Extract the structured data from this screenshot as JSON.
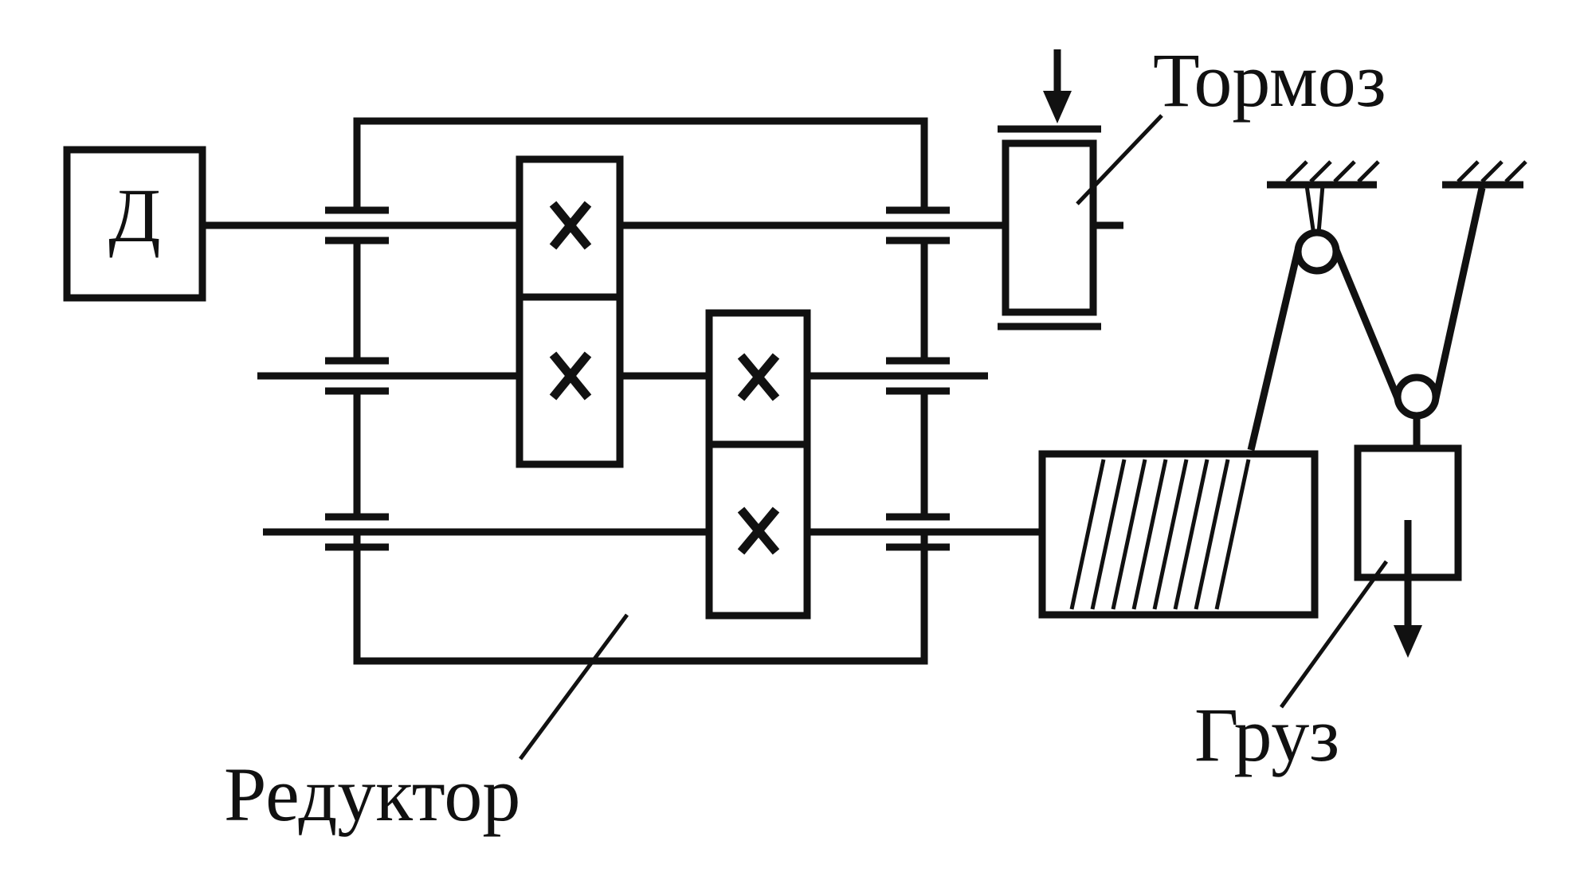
{
  "labels": {
    "motor": "Д",
    "brake": "Тормоз",
    "reducer": "Редуктор",
    "load": "Груз"
  },
  "colors": {
    "line": "#111111",
    "background": "#ffffff"
  }
}
